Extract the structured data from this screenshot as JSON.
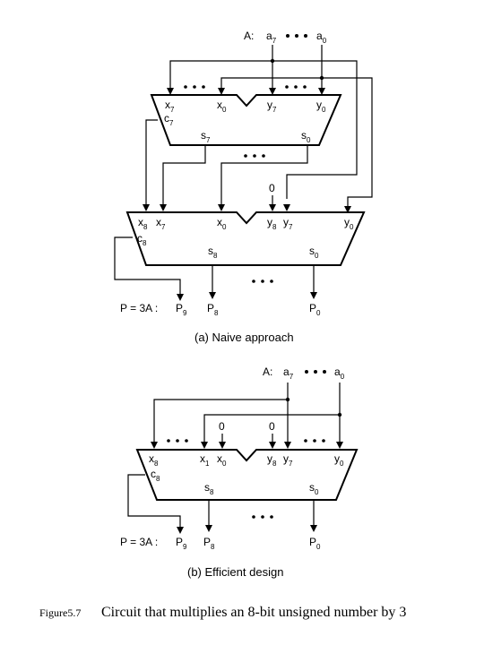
{
  "naive": {
    "input_A": "A:",
    "a7_main": "a",
    "a7_sub": "7",
    "a0_main": "a",
    "a0_sub": "0",
    "adder1": {
      "x7": "x",
      "x7s": "7",
      "x0": "x",
      "x0s": "0",
      "y7": "y",
      "y7s": "7",
      "y0": "y",
      "y0s": "0",
      "c7": "c",
      "c7s": "7",
      "s7": "s",
      "s7s": "7",
      "s0": "s",
      "s0s": "0"
    },
    "const_zero": "0",
    "adder2": {
      "x8": "x",
      "x8s": "8",
      "x7": "x",
      "x7s": "7",
      "x0": "x",
      "x0s": "0",
      "y8": "y",
      "y8s": "8",
      "y7": "y",
      "y7s": "7",
      "y0": "y",
      "y0s": "0",
      "c8": "c",
      "c8s": "8",
      "s8": "s",
      "s8s": "8",
      "s0": "s",
      "s0s": "0"
    },
    "output_label": "P = 3A :",
    "p9": "P",
    "p9s": "9",
    "p8": "P",
    "p8s": "8",
    "p0": "P",
    "p0s": "0",
    "caption": "(a) Naive approach"
  },
  "efficient": {
    "input_A": "A:",
    "a7_main": "a",
    "a7_sub": "7",
    "a0_main": "a",
    "a0_sub": "0",
    "zero_left": "0",
    "zero_right": "0",
    "adder": {
      "x8": "x",
      "x8s": "8",
      "x1": "x",
      "x1s": "1",
      "x0": "x",
      "x0s": "0",
      "y8": "y",
      "y8s": "8",
      "y7": "y",
      "y7s": "7",
      "y0": "y",
      "y0s": "0",
      "c8": "c",
      "c8s": "8",
      "s8": "s",
      "s8s": "8",
      "s0": "s",
      "s0s": "0"
    },
    "output_label": "P = 3A :",
    "p9": "P",
    "p9s": "9",
    "p8": "P",
    "p8s": "8",
    "p0": "P",
    "p0s": "0",
    "caption": "(b) Efficient design"
  },
  "figure": {
    "number": "Figure5.7",
    "title": "Circuit that multiplies an 8-bit unsigned number by 3"
  }
}
